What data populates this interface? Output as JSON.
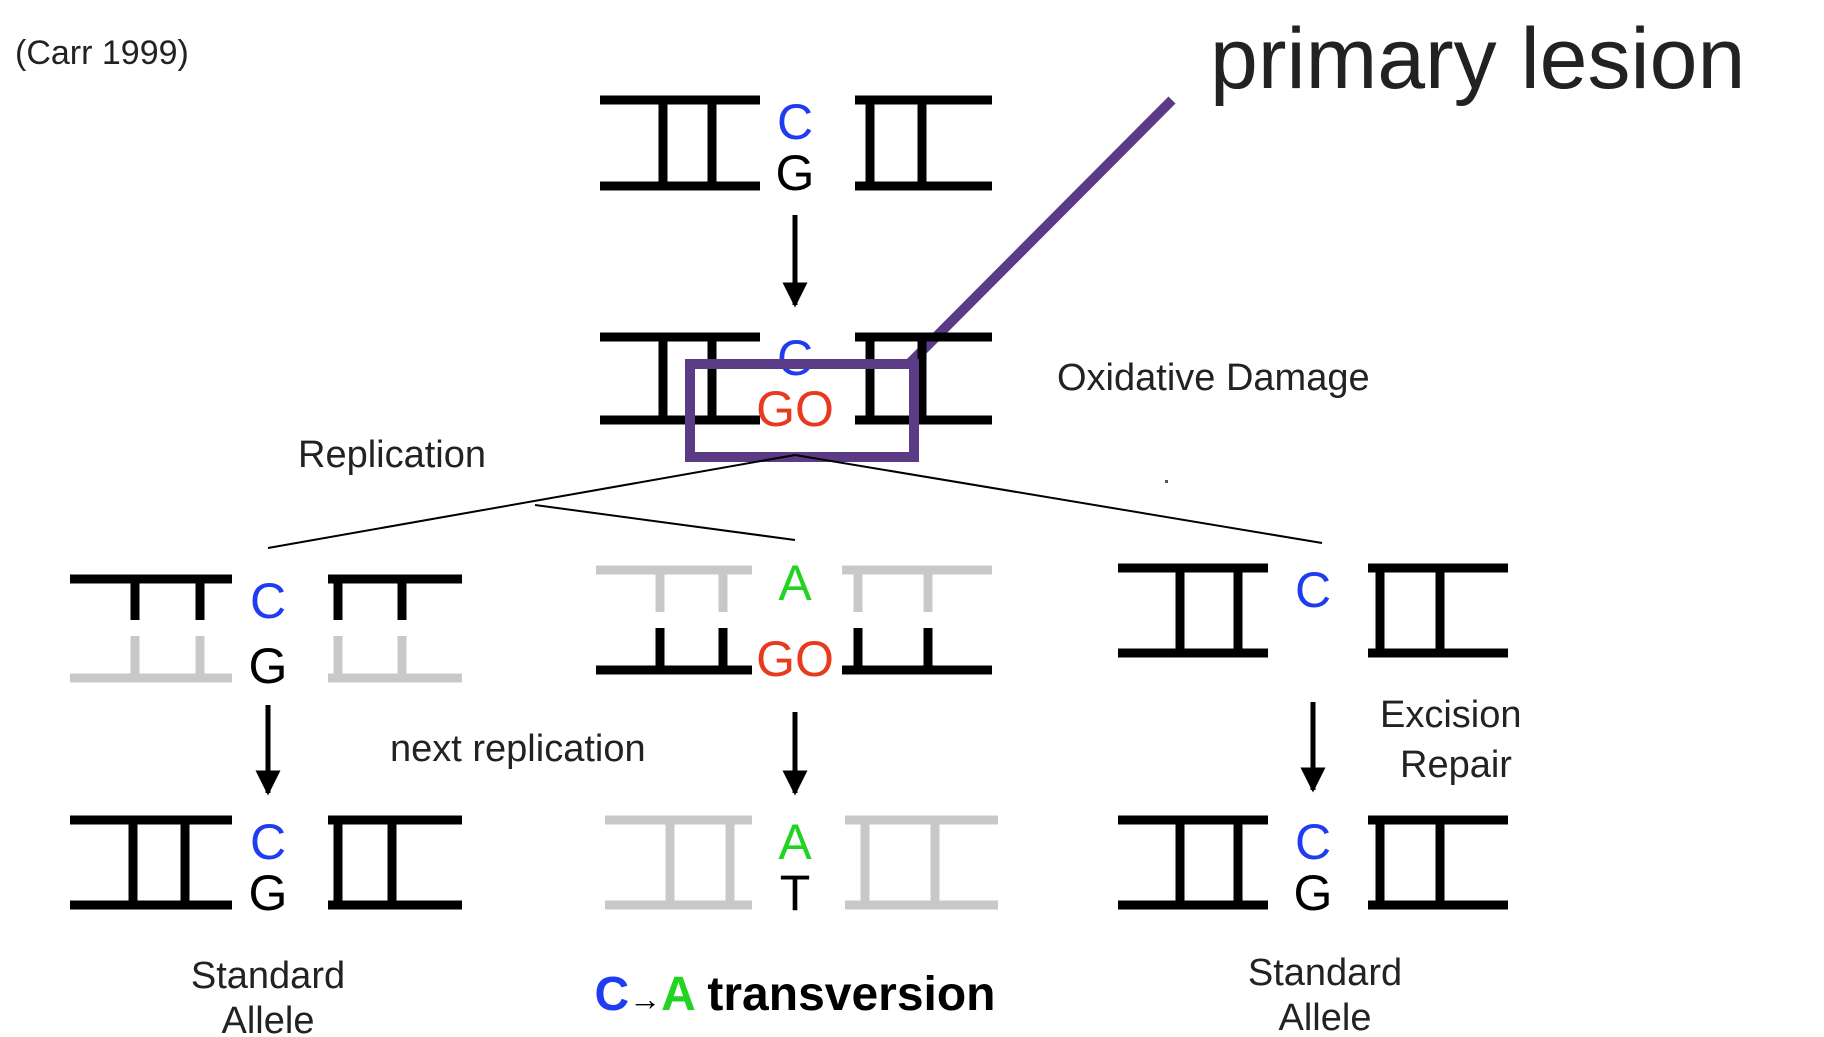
{
  "citation": "(Carr 1999)",
  "callout": "primary lesion",
  "labels": {
    "oxidative_damage": "Oxidative Damage",
    "replication": "Replication",
    "next_replication": "next replication",
    "excision_repair_1": "Excision",
    "excision_repair_2": "Repair",
    "standard_allele_1": "Standard",
    "standard_allele_2": "Allele"
  },
  "bases": {
    "c": "C",
    "g": "G",
    "go": "GO",
    "a": "A",
    "t": "T"
  },
  "result": {
    "from": "C",
    "arrow": "→",
    "to": "A",
    "word": " transversion"
  },
  "colors": {
    "c": "#1f3cf0",
    "go": "#e83a1e",
    "a": "#22d422",
    "callout_box": "#5b3a86",
    "faded": "#c8c8c8"
  }
}
